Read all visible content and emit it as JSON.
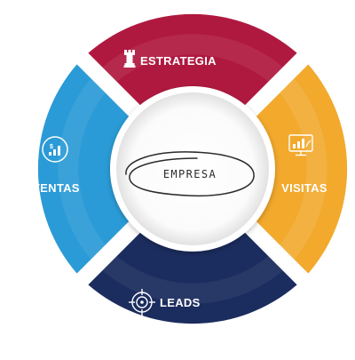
{
  "center": {
    "label": "EMPRESA"
  },
  "segments": [
    {
      "id": "estrategia",
      "label": "ESTRATEGIA",
      "color": "#b0193f",
      "icon": "rook-icon"
    },
    {
      "id": "visitas",
      "label": "VISITAS",
      "color": "#f2a92c",
      "icon": "monitor-chart-icon"
    },
    {
      "id": "leads",
      "label": "LEADS",
      "color": "#1b2c5e",
      "icon": "crosshair-target-icon"
    },
    {
      "id": "ventas",
      "label": "VENTAS",
      "color": "#2a9bd6",
      "icon": "sales-chart-icon"
    }
  ]
}
